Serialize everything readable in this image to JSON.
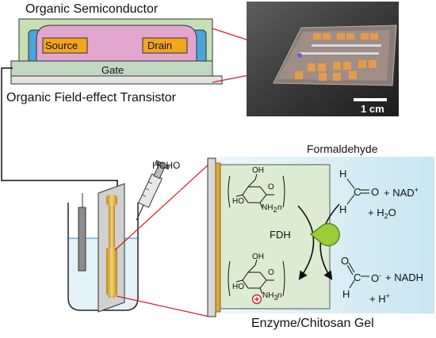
{
  "transistor": {
    "title_semiconductor": "Organic Semiconductor",
    "label_source": "Source",
    "label_drain": "Drain",
    "label_gate": "Gate",
    "title_device": "Organic Field-effect Transistor"
  },
  "photo": {
    "scale_bar_label": "1 cm"
  },
  "sensor": {
    "syringe_label": "HCHO"
  },
  "reaction": {
    "title": "Formaldehyde",
    "enzyme_label": "FDH",
    "reactant_nad": "+ NAD",
    "reactant_nad_charge": "+",
    "reactant_water_prefix": "+ H",
    "reactant_water_sub": "2",
    "reactant_water_suffix": "O",
    "product_nadh": "+ NADH",
    "product_h": "+ H",
    "product_h_charge": "+",
    "gel_label": "Enzyme/Chitosan Gel"
  },
  "colors": {
    "semiconductor": "#e3a6cf",
    "electrode": "#f2a51e",
    "gate": "#c2d7c2",
    "insulator": "#4da4d8",
    "substrate": "#c6e0b4",
    "gel": "#dcecd2",
    "solution": "#d6ecf4",
    "enzyme": "#9ccc3a",
    "gold": "#d9a83a"
  }
}
